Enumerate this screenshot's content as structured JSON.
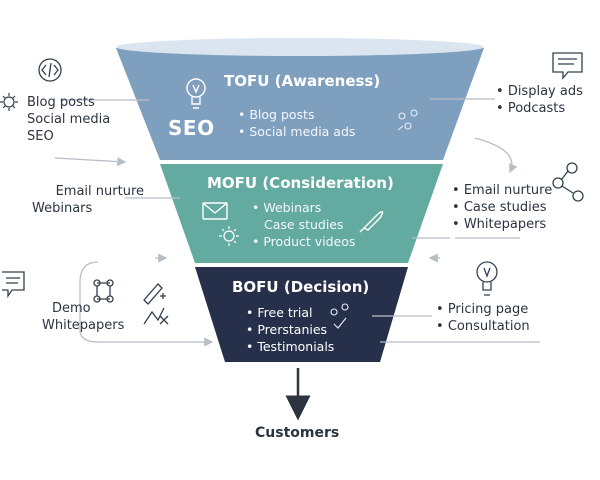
{
  "funnel": {
    "tofu": {
      "title": "TOFU (Awareness)",
      "badge": "SEO",
      "items": [
        "Blog posts",
        "Social media ads"
      ],
      "color": "#7f9fbf"
    },
    "mofu": {
      "title": "MOFU (Consideration)",
      "items": [
        "Webinars",
        "Case studies",
        "Product videos"
      ],
      "color": "#63aba0"
    },
    "bofu": {
      "title": "BOFU (Decision)",
      "items": [
        "Free trial",
        "Prerstanies",
        "Testimonials"
      ],
      "color": "#27304a"
    }
  },
  "left": {
    "top": [
      "Blog posts",
      "Social media",
      "SEO"
    ],
    "middle": [
      "Email nurture",
      "Webinars"
    ],
    "bottom": [
      "Demo",
      "Whitepapers"
    ]
  },
  "right": {
    "top": [
      "Display ads",
      "Podcasts"
    ],
    "middle": [
      "Email nurture",
      "Case studies",
      "Whitepapers"
    ],
    "bottom": [
      "Pricing page",
      "Consultation"
    ]
  },
  "output": {
    "label": "Customers"
  },
  "icons": [
    "code-icon",
    "bulb-icon",
    "chat-icon",
    "share-icon",
    "mail-icon",
    "tools-icon",
    "pen-icon"
  ]
}
